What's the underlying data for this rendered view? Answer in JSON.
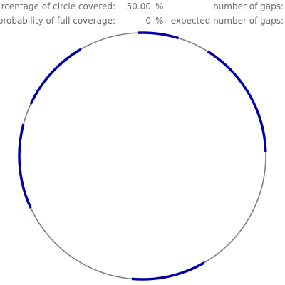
{
  "stats": {
    "coverage_label": "rcentage of circle covered:",
    "coverage_value": "50.00",
    "coverage_unit": "%",
    "gaps_label": "number of gaps:",
    "probability_label": "probability of full coverage:",
    "probability_value": "0",
    "probability_unit": "%",
    "expected_gaps_label": "expected number of gaps:"
  },
  "circle": {
    "base_color": "#808080",
    "arc_color": "#0000aa",
    "arcs_degrees": [
      [
        -92,
        -73
      ],
      [
        -120,
        -155
      ],
      [
        -165,
        -205
      ],
      [
        -2,
        -58
      ],
      [
        60,
        95
      ]
    ]
  }
}
